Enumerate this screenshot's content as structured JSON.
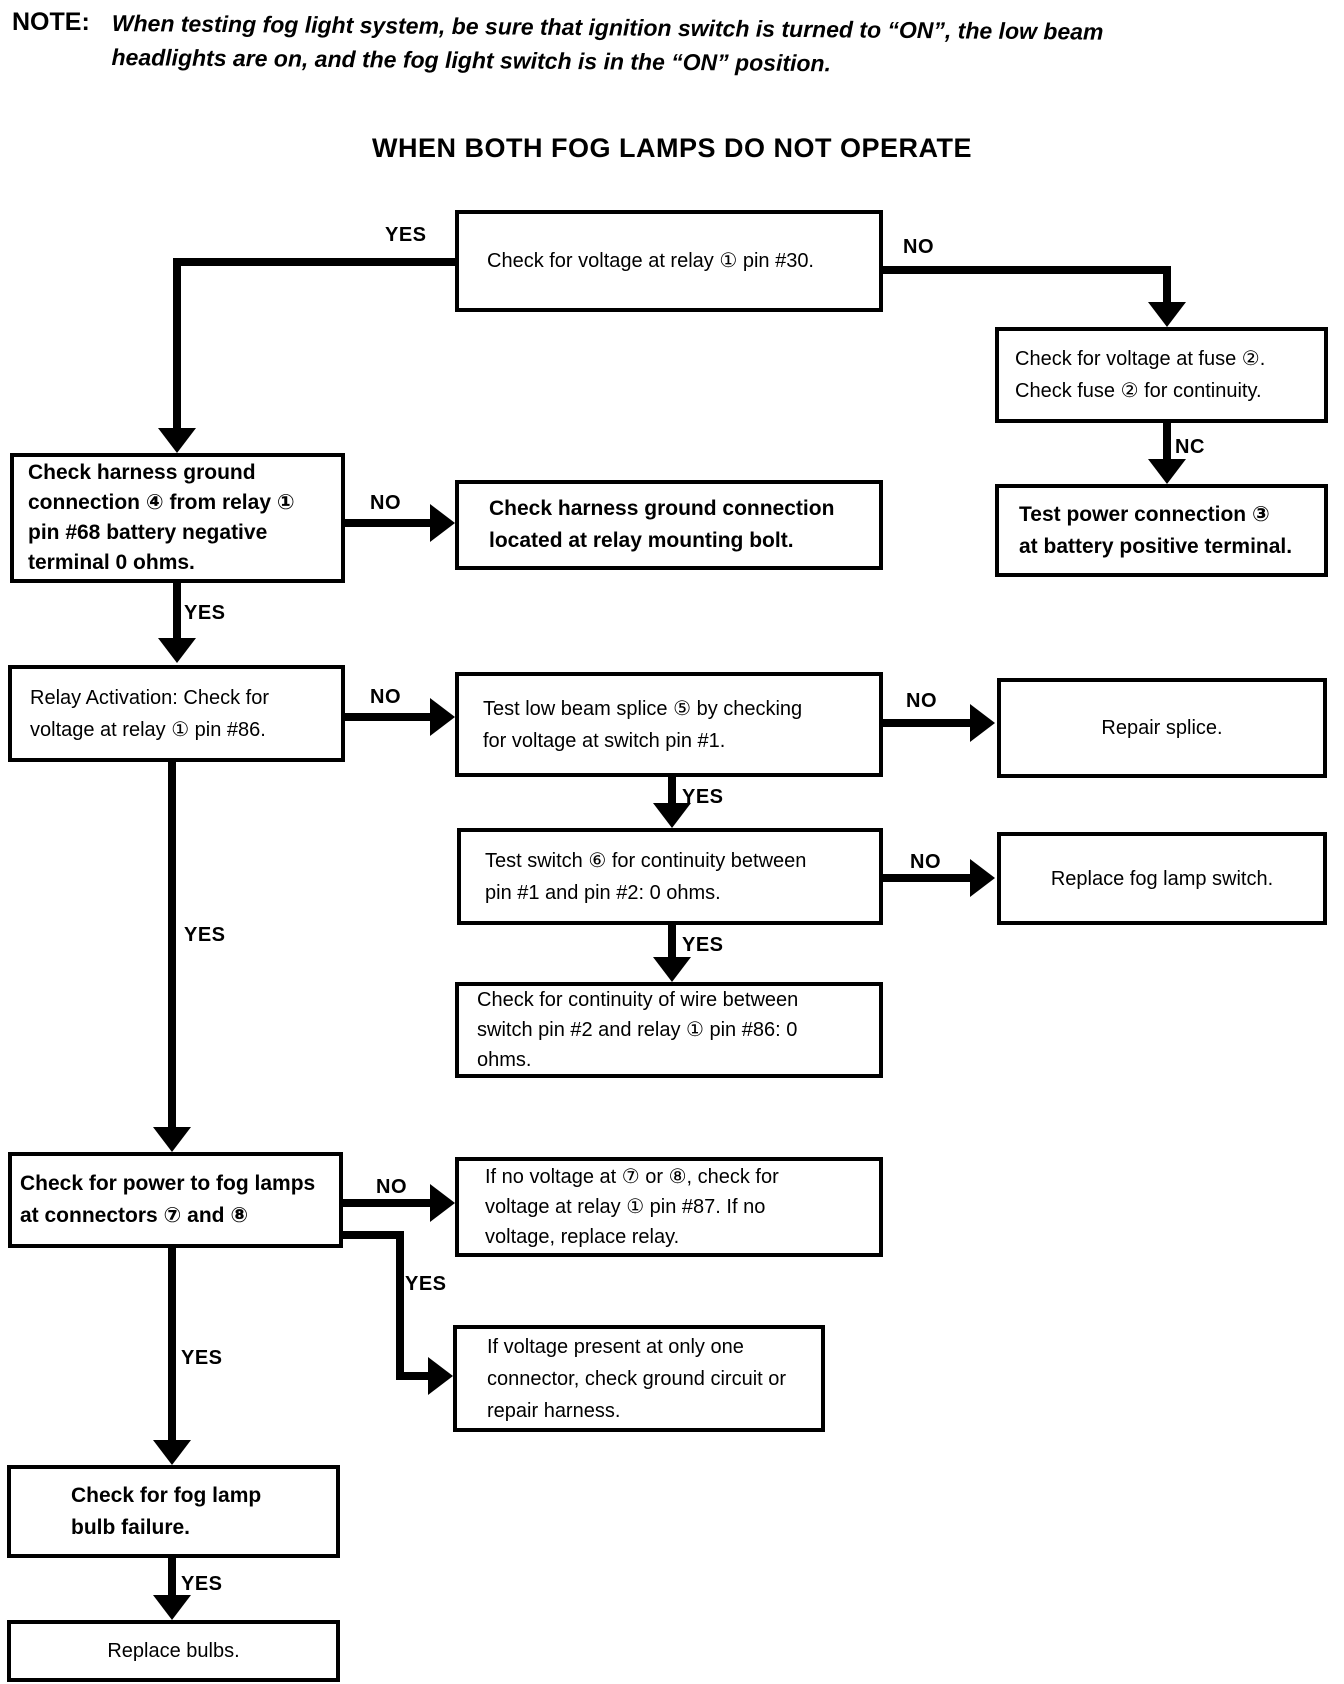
{
  "note": {
    "label": "NOTE:",
    "lines": [
      "When testing fog light system, be sure that ignition switch is turned to “ON”, the low beam",
      "headlights are on, and the fog light switch is in the “ON” position."
    ]
  },
  "title": "WHEN BOTH FOG LAMPS DO NOT OPERATE",
  "labels": {
    "yes": "YES",
    "no": "NO",
    "nc": "NC"
  },
  "boxes": {
    "relay_pin30": {
      "text": "Check for voltage at relay ① pin #30."
    },
    "fuse_check": {
      "text": "Check for voltage at fuse ②.\nCheck fuse ② for continuity."
    },
    "power_connection": {
      "text": "Test power connection ③\nat battery positive terminal."
    },
    "harness_ground": {
      "text": "Check harness ground\nconnection ④ from relay ①\npin #68 battery negative\nterminal 0 ohms."
    },
    "mounting_bolt": {
      "text": "Check harness ground connection\nlocated at relay mounting bolt."
    },
    "relay_activation": {
      "text": "Relay Activation: Check for\nvoltage at relay ① pin #86."
    },
    "low_beam_splice": {
      "text": "Test low beam splice ⑤ by checking\nfor voltage at switch pin #1."
    },
    "repair_splice": {
      "text": "Repair splice."
    },
    "switch_test": {
      "text": "Test switch ⑥ for continuity between\npin #1 and pin #2: 0 ohms."
    },
    "replace_switch": {
      "text": "Replace fog lamp switch."
    },
    "wire_continuity": {
      "text": "Check for continuity of wire between\nswitch pin #2 and relay ① pin #86: 0\nohms."
    },
    "power_to_lamps": {
      "text": "Check for power to fog lamps\nat connectors ⑦ and ⑧"
    },
    "no_voltage": {
      "text": "If no voltage at ⑦ or ⑧, check for\nvoltage at relay ① pin #87. If no\nvoltage, replace relay."
    },
    "one_connector": {
      "text": "If voltage present at only one\nconnector, check ground circuit or\nrepair harness."
    },
    "bulb_failure": {
      "text": "Check for fog lamp\nbulb failure."
    },
    "replace_bulbs": {
      "text": "Replace bulbs."
    }
  }
}
